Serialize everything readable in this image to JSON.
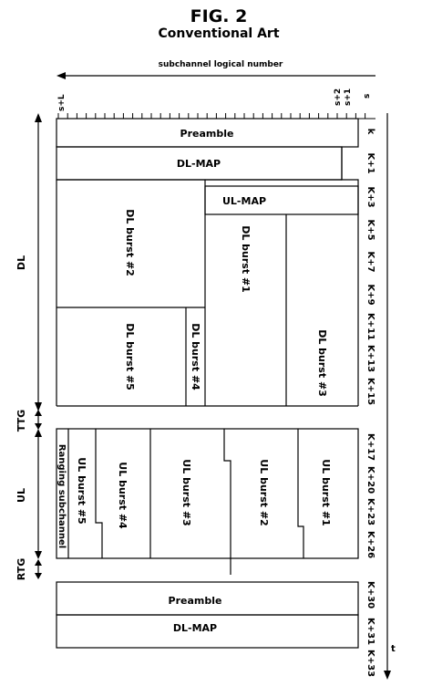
{
  "figure": {
    "title": "FIG. 2",
    "subtitle": "Conventional Art"
  },
  "subchannel_axis": {
    "label": "subchannel logical number",
    "ticks": [
      "s+L",
      "s+2",
      "s+1",
      "s"
    ]
  },
  "time_axis": {
    "label": "t"
  },
  "sections": {
    "dl": "DL",
    "ttg": "TTG",
    "ul": "UL",
    "rtg": "RTG"
  },
  "symbol_labels": [
    "k",
    "K+1",
    "K+3",
    "K+5",
    "K+7",
    "K+9",
    "K+11",
    "K+13",
    "K+15",
    "K+17",
    "K+20",
    "K+23",
    "K+26",
    "K+30",
    "K+31",
    "K+33"
  ],
  "dl_frame": {
    "preamble": "Preamble",
    "dl_map": "DL-MAP",
    "ul_map": "UL-MAP",
    "bursts": [
      "DL burst #1",
      "DL burst #2",
      "DL burst #3",
      "DL burst #4",
      "DL burst #5"
    ]
  },
  "ul_frame": {
    "ranging": "Ranging subchannel",
    "bursts": [
      "UL burst #1",
      "UL burst #2",
      "UL burst #3",
      "UL burst #4",
      "UL burst #5"
    ]
  },
  "next_frame": {
    "preamble": "Preamble",
    "dl_map": "DL-MAP"
  }
}
